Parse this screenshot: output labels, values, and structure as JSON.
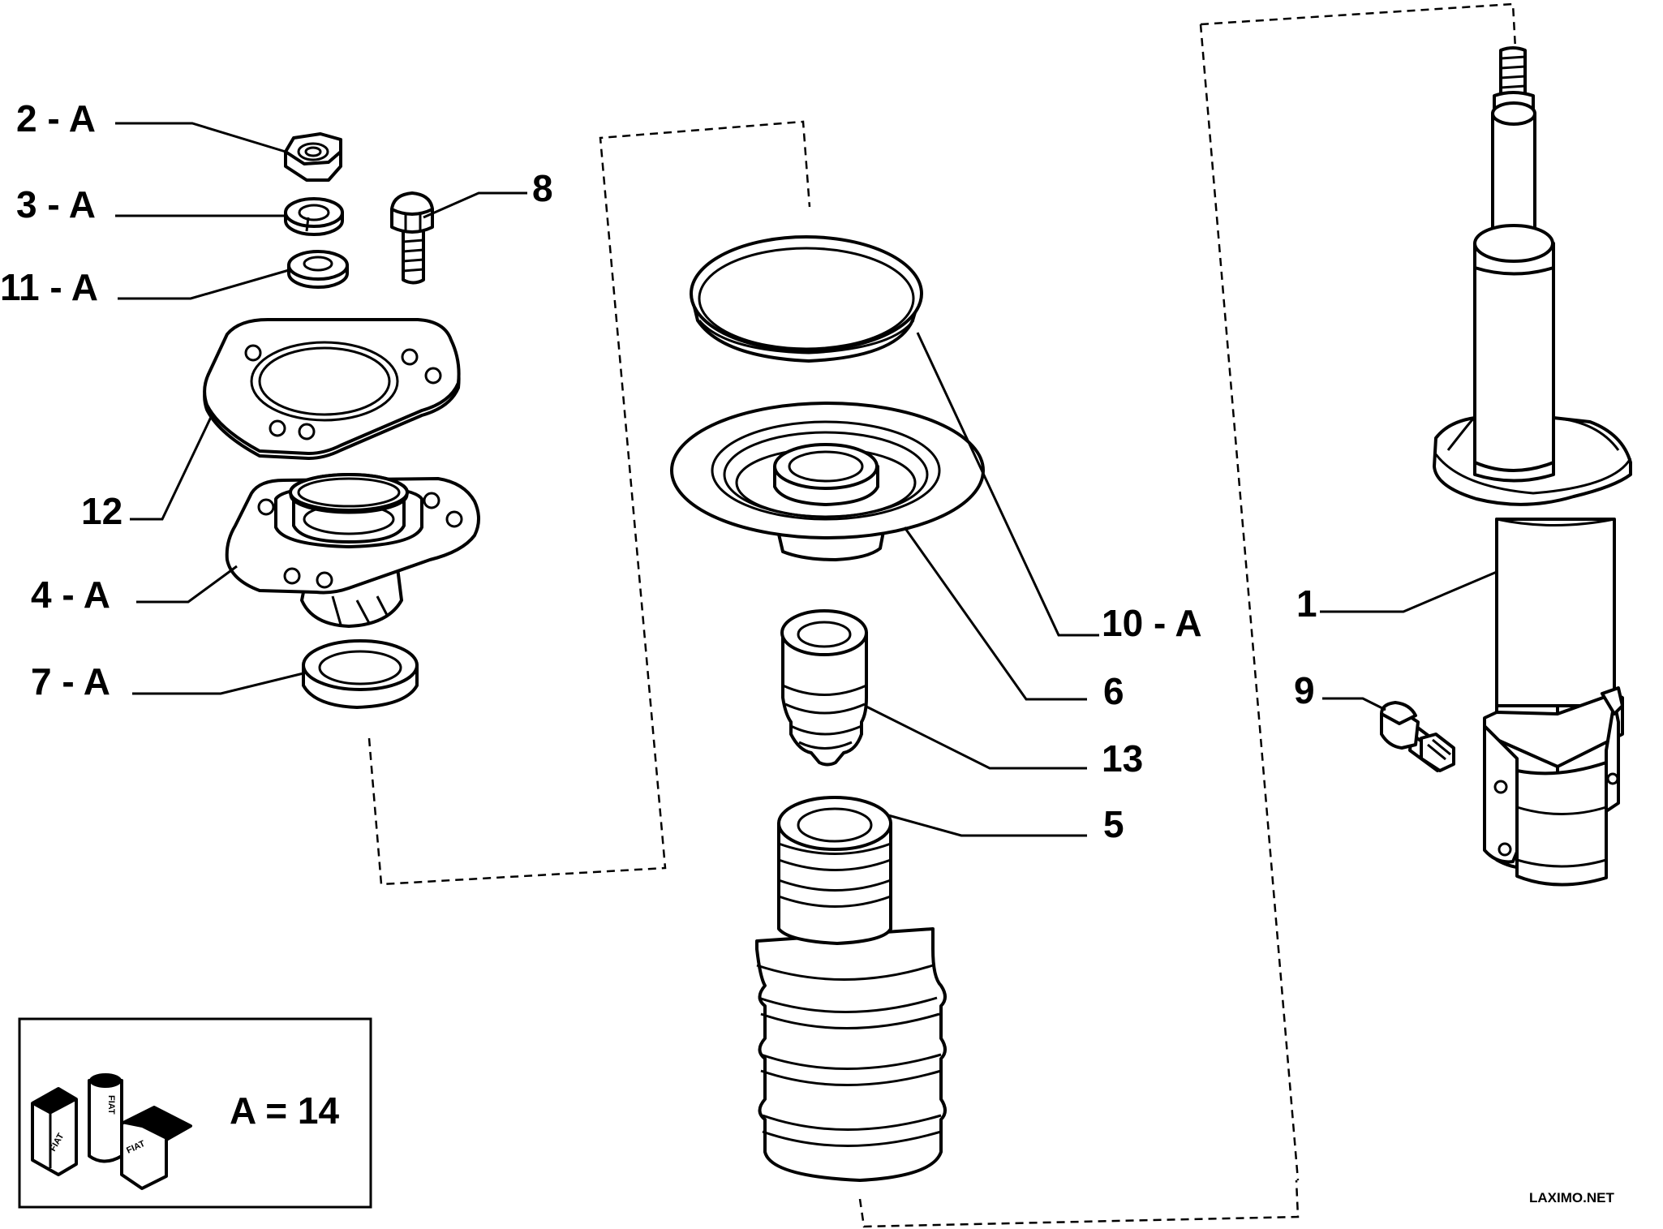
{
  "callouts": {
    "c2A": "2 - A",
    "c3A": "3 - A",
    "c11A": "11 - A",
    "c8": "8",
    "c12": "12",
    "c4A": "4 - A",
    "c7A": "7 - A",
    "c10A": "10 - A",
    "c6": "6",
    "c13": "13",
    "c5": "5",
    "c1": "1",
    "c9": "9"
  },
  "legend": {
    "equation": "A = 14",
    "logo_text": "FIAT"
  },
  "watermark": "LAXIMO.NET"
}
